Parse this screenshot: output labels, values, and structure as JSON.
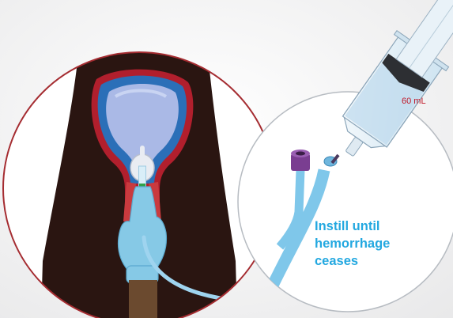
{
  "syringe": {
    "volume_label": "60 mL"
  },
  "instruction": {
    "lines": [
      "Instill until",
      "hemorrhage",
      "ceases"
    ]
  },
  "colors": {
    "skin_dark": "#2a1511",
    "circle_border": "#a52c31",
    "uterus_red": "#b11f2d",
    "uterus_blue": "#2b6fb8",
    "balloon": "#aab9e6",
    "glove": "#86c9e6",
    "tubing": "#7fc7ea",
    "instruction_text": "#23a8e0",
    "volume_text": "#c01a2a"
  }
}
